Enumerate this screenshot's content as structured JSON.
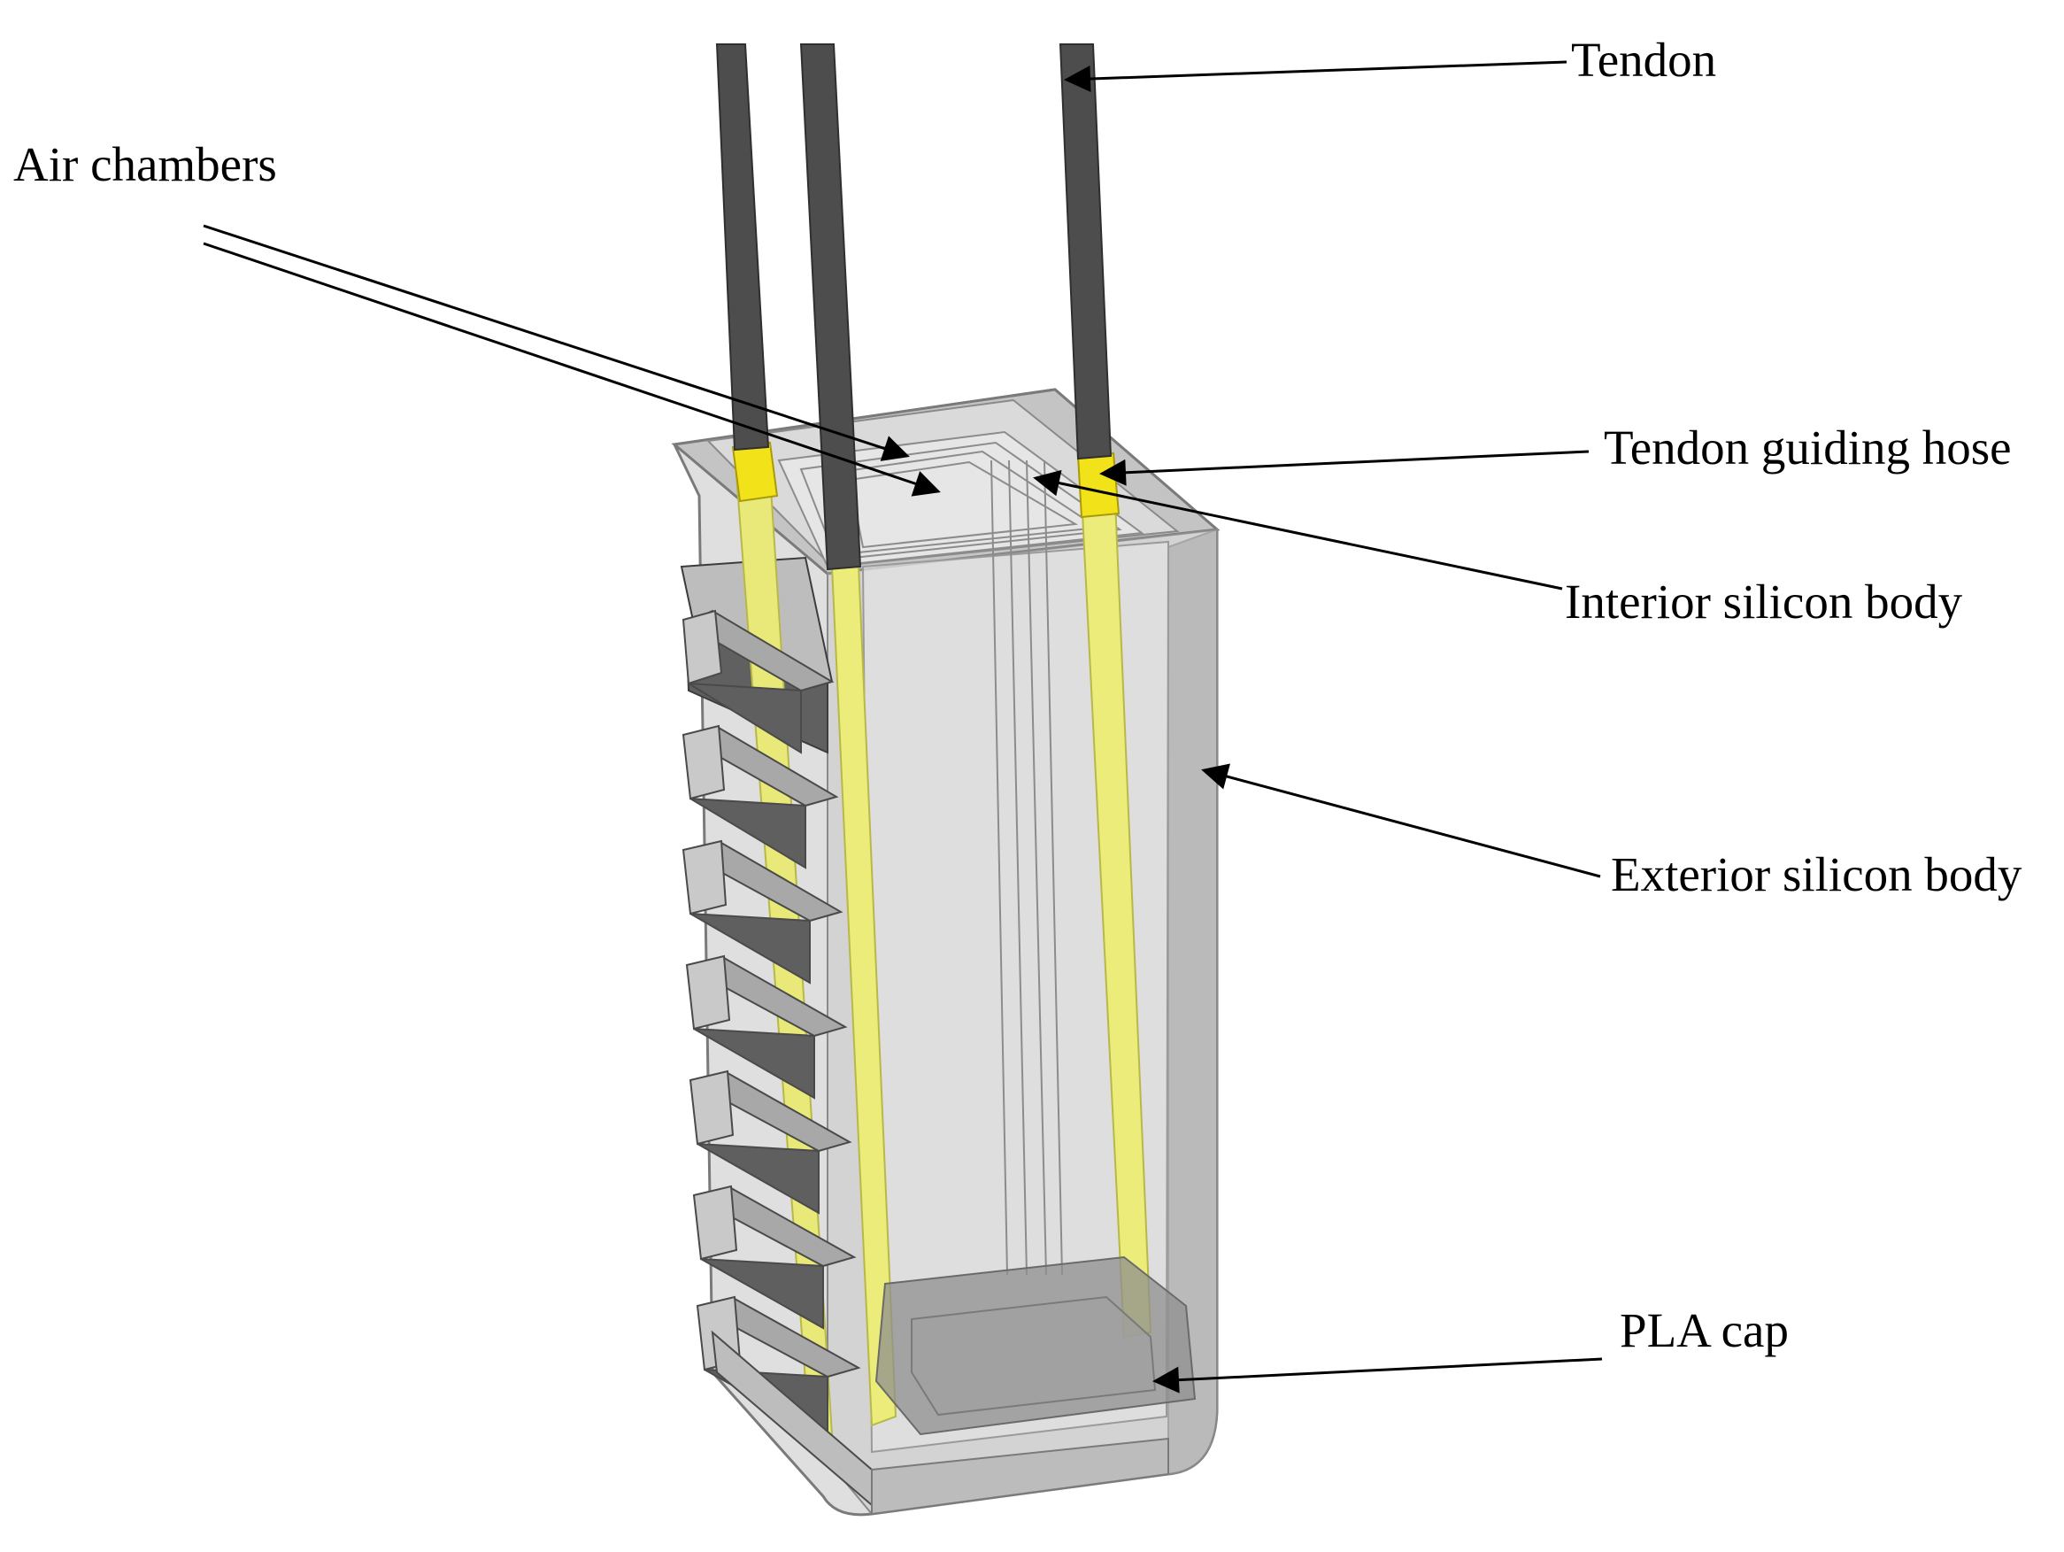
{
  "labels": {
    "tendon": "Tendon",
    "air_chambers": "Air chambers",
    "tendon_guiding_hose": "Tendon guiding hose",
    "interior_silicon_body": "Interior silicon body",
    "exterior_silicon_body": "Exterior silicon body",
    "pla_cap": "PLA cap"
  },
  "colors": {
    "tendon": "#4d4d4d",
    "guiding_hose": "#ecec7a",
    "hose_top": "#f2e21a",
    "silicon_light": "#dedede",
    "silicon_mid": "#b8b8b8",
    "silicon_dark": "#6b6b6b",
    "arrow": "#000000"
  }
}
